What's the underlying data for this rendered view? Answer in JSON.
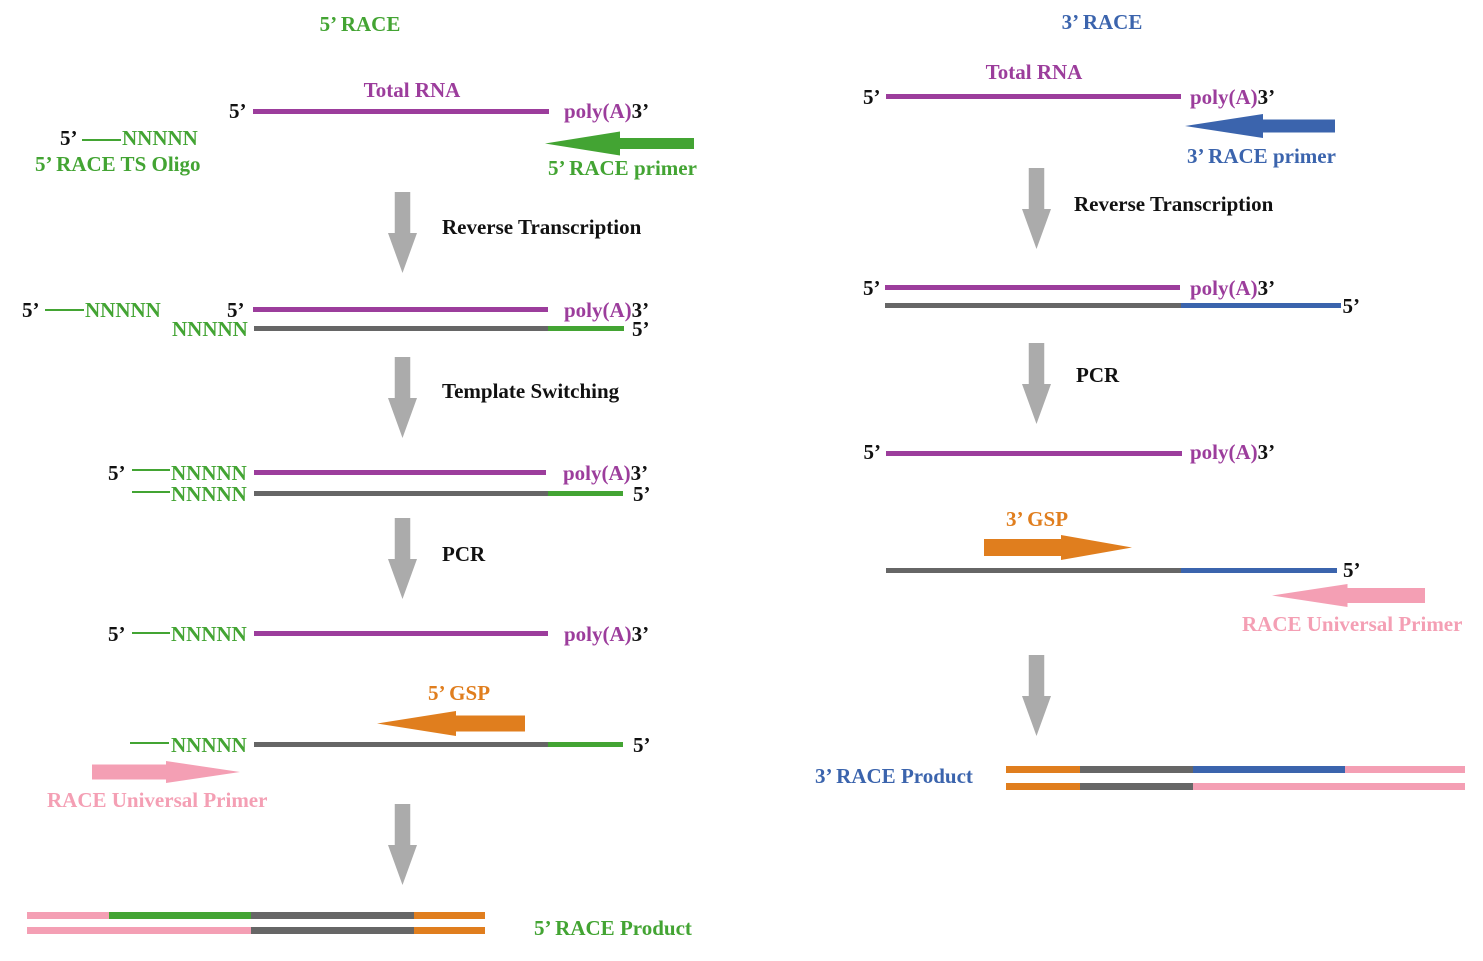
{
  "tokens": {
    "five_prime": "5’",
    "three_prime": "3’",
    "poly_a": "poly(A)",
    "oligo_n": "NNNNN"
  },
  "colors": {
    "green": "#43a433",
    "purple": "#9c3d9c",
    "blue": "#3b64ad",
    "orange": "#e07e1e",
    "pink": "#f49fb4",
    "strand_gray": "#666666",
    "arrow_gray": "#ababab",
    "text_black": "#111111",
    "background": "#ffffff"
  },
  "left_panel": {
    "title": "5’ RACE",
    "rna_label": "Total RNA",
    "ts_oligo_label": "5’ RACE TS Oligo",
    "race_primer_label": "5’ RACE primer",
    "step_reverse_transcription": "Reverse Transcription",
    "step_template_switching": "Template Switching",
    "step_pcr": "PCR",
    "gsp_label": "5’ GSP",
    "universal_primer_label": "RACE Universal Primer",
    "product_label": "5’ RACE Product"
  },
  "right_panel": {
    "title": "3’ RACE",
    "rna_label": "Total RNA",
    "race_primer_label": "3’ RACE primer",
    "step_reverse_transcription": "Reverse Transcription",
    "step_pcr": "PCR",
    "gsp_label": "3’ GSP",
    "universal_primer_label": "RACE Universal Primer",
    "product_label": "3’ RACE Product"
  }
}
